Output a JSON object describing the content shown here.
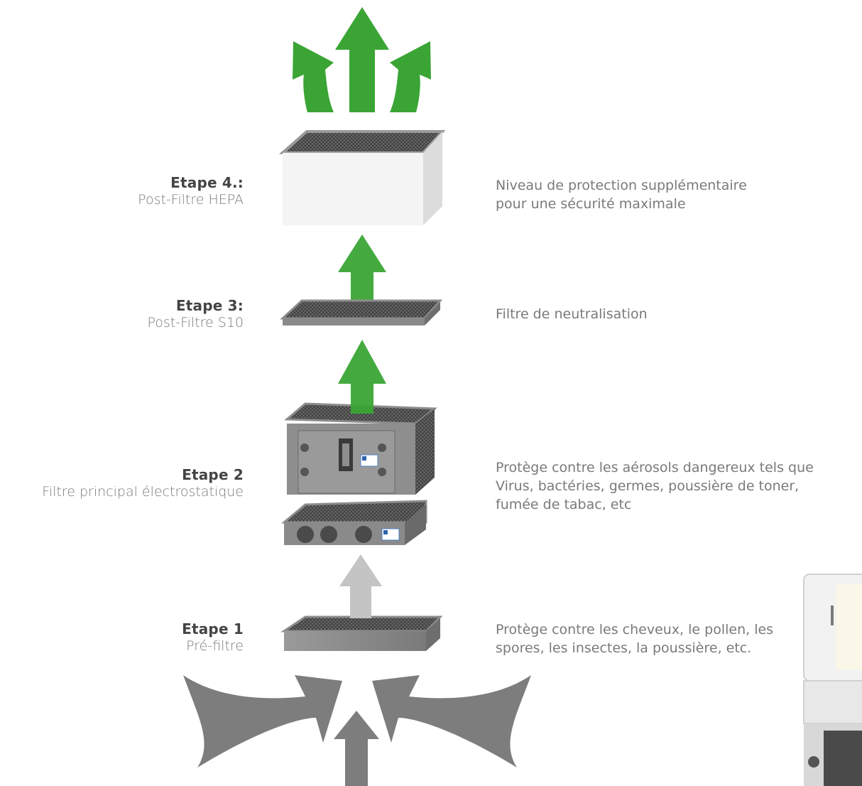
{
  "stages": [
    {
      "title": "Etape 4.:",
      "subtitle": "Post-Filtre HEPA",
      "description": [
        "Niveau de protection supplémentaire",
        "pour une sécurité maximale"
      ]
    },
    {
      "title": "Etape 3:",
      "subtitle": "Post-Filtre S10",
      "description": [
        "Filtre de neutralisation"
      ]
    },
    {
      "title": "Etape 2",
      "subtitle": "Filtre principal électrostatique",
      "description": [
        "Protège contre les aérosols dangereux tels que",
        "Virus, bactéries, germes, poussière de toner,",
        "fumée de tabac, etc"
      ]
    },
    {
      "title": "Etape 1",
      "subtitle": "Pré-filtre",
      "description": [
        "Protège contre les cheveux, le pollen, les",
        "spores, les insectes, la poussière, etc."
      ]
    }
  ],
  "colors": {
    "clean_air_arrow": "#3aa535",
    "dirty_air_arrow": "#7d7d7d",
    "prefilter_arrow": "#c4c4c4",
    "filter_frame": "#8c8c8c",
    "filter_mesh": "#555555",
    "text_title": "#444444",
    "text_body": "#7a7a7a"
  }
}
